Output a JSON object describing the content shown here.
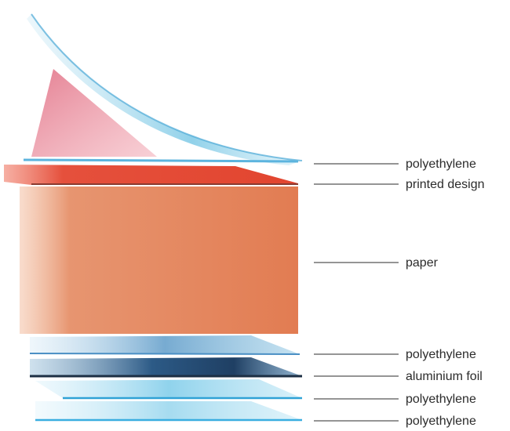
{
  "layers": [
    {
      "id": "polyethylene-top",
      "label": "polyethylene",
      "material": "polyethylene",
      "color": "#6fc3e3"
    },
    {
      "id": "printed-design",
      "label": "printed design",
      "material": "ink",
      "color": "#e5503c"
    },
    {
      "id": "paper",
      "label": "paper",
      "material": "paper",
      "color": "#e3825c"
    },
    {
      "id": "polyethylene-2",
      "label": "polyethylene",
      "material": "polyethylene",
      "color": "#5fa9d8"
    },
    {
      "id": "aluminium-foil",
      "label": "aluminium foil",
      "material": "aluminium",
      "color": "#2c5a86"
    },
    {
      "id": "polyethylene-3",
      "label": "polyethylene",
      "material": "polyethylene",
      "color": "#3fb1de"
    },
    {
      "id": "polyethylene-bottom",
      "label": "polyethylene",
      "material": "polyethylene",
      "color": "#4fb8e0"
    }
  ]
}
